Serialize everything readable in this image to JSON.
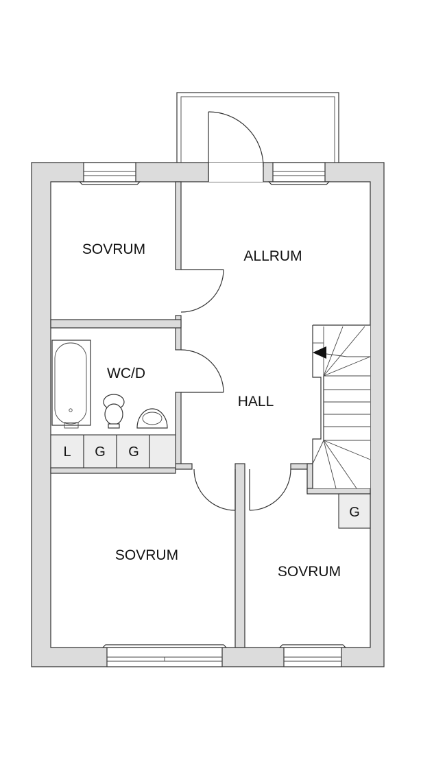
{
  "rooms": {
    "bedroom_top_left": "SOVRUM",
    "living_room": "ALLRUM",
    "bathroom": "WC/D",
    "hall": "HALL",
    "bedroom_bottom_left": "SOVRUM",
    "bedroom_bottom_right": "SOVRUM"
  },
  "closets": {
    "linen": "L",
    "wardrobe_1": "G",
    "wardrobe_2": "G",
    "wardrobe_3": "G"
  },
  "colors": {
    "wall_fill": "#dcdcdc",
    "line": "#333333",
    "closet_fill": "#ededed"
  }
}
